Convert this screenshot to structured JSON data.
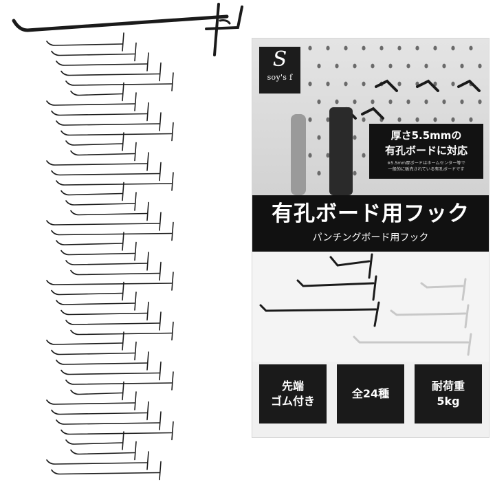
{
  "brand": {
    "monogram": "S",
    "name": "soy's f"
  },
  "thickness_badge": {
    "line1": "厚さ5.5mmの",
    "line2": "有孔ボードに対応",
    "note_line1": "※5.5mm厚ボードはホームセンター等で",
    "note_line2": "一般的に販売されている有孔ボードです"
  },
  "title": {
    "main": "有孔ボード用フック",
    "sub": "パンチングボード用フック"
  },
  "features": [
    {
      "line1": "先端",
      "line2": "ゴム付き"
    },
    {
      "line1": "全24種",
      "line2": ""
    },
    {
      "line1": "耐荷重",
      "line2": "5kg"
    }
  ],
  "colors": {
    "hook_black": "#1a1a1a",
    "hook_silver": "#c8c8c8",
    "band": "#111111"
  }
}
